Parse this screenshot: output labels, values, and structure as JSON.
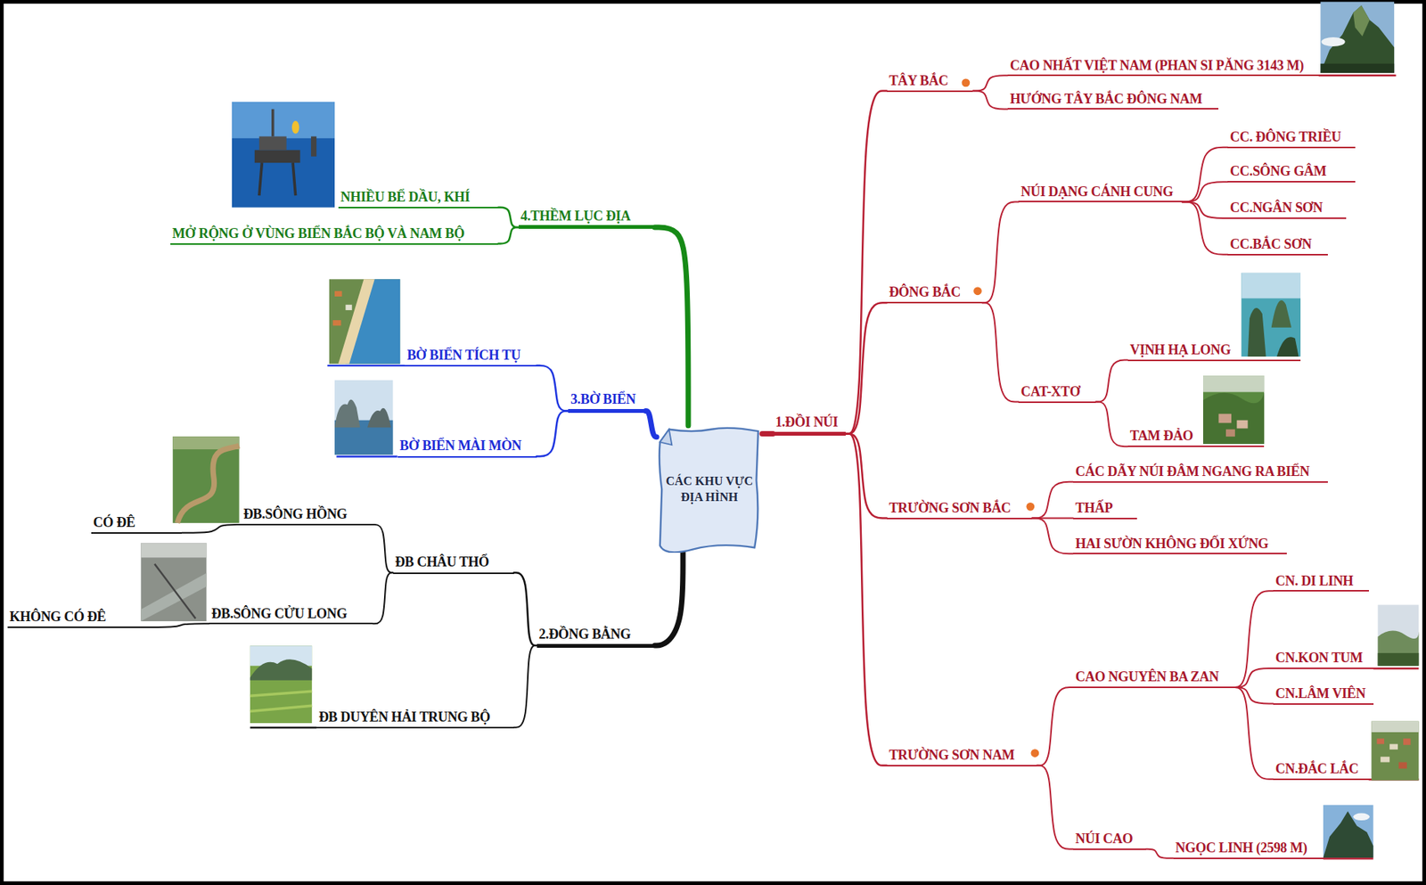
{
  "diagram": {
    "nodes": [
      {
        "text": [
          "CÁC KHU VỰC ĐỊA HÌNH"
        ]
      },
      {
        "text": [
          "1.ĐỒI NÚI"
        ]
      },
      {
        "text": [
          "TÂY BẮC"
        ]
      },
      {
        "text": [
          "CAO NHẤT VIỆT NAM (PHAN SI PĂNG 3143 M)"
        ]
      },
      {
        "text": [
          "HƯỚNG TÂY BẮC ĐÔNG NAM"
        ]
      },
      {
        "text": [
          "ĐÔNG BẮC"
        ]
      },
      {
        "text": [
          "NÚI DẠNG CÁNH CUNG"
        ]
      },
      {
        "text": [
          "CC. ĐÔNG TRIỀU"
        ]
      },
      {
        "text": [
          "CC.SÔNG GÂM"
        ]
      },
      {
        "text": [
          "CC.NGÂN SƠN"
        ]
      },
      {
        "text": [
          "CC.BẮC SƠN"
        ]
      },
      {
        "text": [
          "CAT-XTƠ"
        ]
      },
      {
        "text": [
          "VỊNH HẠ LONG"
        ]
      },
      {
        "text": [
          "TAM ĐẢO"
        ]
      },
      {
        "text": [
          "TRƯỜNG SƠN BẮC"
        ]
      },
      {
        "text": [
          "CÁC DÃY NÚI ĐÂM NGANG RA BIỂN"
        ]
      },
      {
        "text": [
          "THẤP"
        ]
      },
      {
        "text": [
          "HAI SƯỜN KHÔNG ĐỐI XỨNG"
        ]
      },
      {
        "text": [
          "TRƯỜNG SƠN NAM"
        ]
      },
      {
        "text": [
          "CAO NGUYÊN BA ZAN"
        ]
      },
      {
        "text": [
          "CN. DI LINH"
        ]
      },
      {
        "text": [
          "CN.KON TUM"
        ]
      },
      {
        "text": [
          "CN.LÂM VIÊN"
        ]
      },
      {
        "text": [
          "CN.ĐẮC LẮC"
        ]
      },
      {
        "text": [
          "NÚI CAO"
        ]
      },
      {
        "text": [
          "NGỌC LINH (2598 M)"
        ]
      },
      {
        "text": [
          "2.ĐỒNG BẰNG"
        ]
      },
      {
        "text": [
          "ĐB CHÂU THỔ"
        ]
      },
      {
        "text": [
          "ĐB.SÔNG HỒNG"
        ]
      },
      {
        "text": [
          "CÓ ĐÊ"
        ]
      },
      {
        "text": [
          "ĐB.SÔNG CỬU LONG"
        ]
      },
      {
        "text": [
          "KHÔNG CÓ ĐÊ"
        ]
      },
      {
        "text": [
          "ĐB DUYÊN HẢI TRUNG BỘ"
        ]
      },
      {
        "text": [
          "3.BỜ BIỂN"
        ]
      },
      {
        "text": [
          "BỜ BIỂN TÍCH TỤ"
        ]
      },
      {
        "text": [
          "BỜ BIỂN MÀI MÒN"
        ]
      },
      {
        "text": [
          "4.THỀM LỤC ĐỊA"
        ]
      },
      {
        "text": [
          "NHIỀU BỂ DẦU, KHÍ"
        ]
      },
      {
        "text": [
          "MỞ RỘNG Ở VÙNG BIỂN BẮC BỘ VÀ NAM BỘ"
        ]
      }
    ],
    "edges": [
      {
        "from": 0,
        "to": 1,
        "arrow": "none"
      },
      {
        "from": 1,
        "to": 2,
        "arrow": "none"
      },
      {
        "from": 2,
        "to": 3,
        "arrow": "none"
      },
      {
        "from": 2,
        "to": 4,
        "arrow": "none"
      },
      {
        "from": 1,
        "to": 5,
        "arrow": "none"
      },
      {
        "from": 5,
        "to": 6,
        "arrow": "none"
      },
      {
        "from": 6,
        "to": 7,
        "arrow": "none"
      },
      {
        "from": 6,
        "to": 8,
        "arrow": "none"
      },
      {
        "from": 6,
        "to": 9,
        "arrow": "none"
      },
      {
        "from": 6,
        "to": 10,
        "arrow": "none"
      },
      {
        "from": 5,
        "to": 11,
        "arrow": "none"
      },
      {
        "from": 11,
        "to": 12,
        "arrow": "none"
      },
      {
        "from": 11,
        "to": 13,
        "arrow": "none"
      },
      {
        "from": 1,
        "to": 14,
        "arrow": "none"
      },
      {
        "from": 14,
        "to": 15,
        "arrow": "none"
      },
      {
        "from": 14,
        "to": 16,
        "arrow": "none"
      },
      {
        "from": 14,
        "to": 17,
        "arrow": "none"
      },
      {
        "from": 1,
        "to": 18,
        "arrow": "none"
      },
      {
        "from": 18,
        "to": 19,
        "arrow": "none"
      },
      {
        "from": 19,
        "to": 20,
        "arrow": "none"
      },
      {
        "from": 19,
        "to": 21,
        "arrow": "none"
      },
      {
        "from": 19,
        "to": 22,
        "arrow": "none"
      },
      {
        "from": 19,
        "to": 23,
        "arrow": "none"
      },
      {
        "from": 18,
        "to": 24,
        "arrow": "none"
      },
      {
        "from": 24,
        "to": 25,
        "arrow": "none"
      },
      {
        "from": 0,
        "to": 26,
        "arrow": "none"
      },
      {
        "from": 26,
        "to": 27,
        "arrow": "none"
      },
      {
        "from": 27,
        "to": 28,
        "arrow": "none"
      },
      {
        "from": 28,
        "to": 29,
        "arrow": "none"
      },
      {
        "from": 27,
        "to": 30,
        "arrow": "none"
      },
      {
        "from": 30,
        "to": 31,
        "arrow": "none"
      },
      {
        "from": 26,
        "to": 32,
        "arrow": "none"
      },
      {
        "from": 0,
        "to": 33,
        "arrow": "none"
      },
      {
        "from": 33,
        "to": 34,
        "arrow": "none"
      },
      {
        "from": 33,
        "to": 35,
        "arrow": "none"
      },
      {
        "from": 0,
        "to": 36,
        "arrow": "none"
      },
      {
        "from": 36,
        "to": 37,
        "arrow": "none"
      },
      {
        "from": 36,
        "to": 38,
        "arrow": "none"
      }
    ]
  }
}
